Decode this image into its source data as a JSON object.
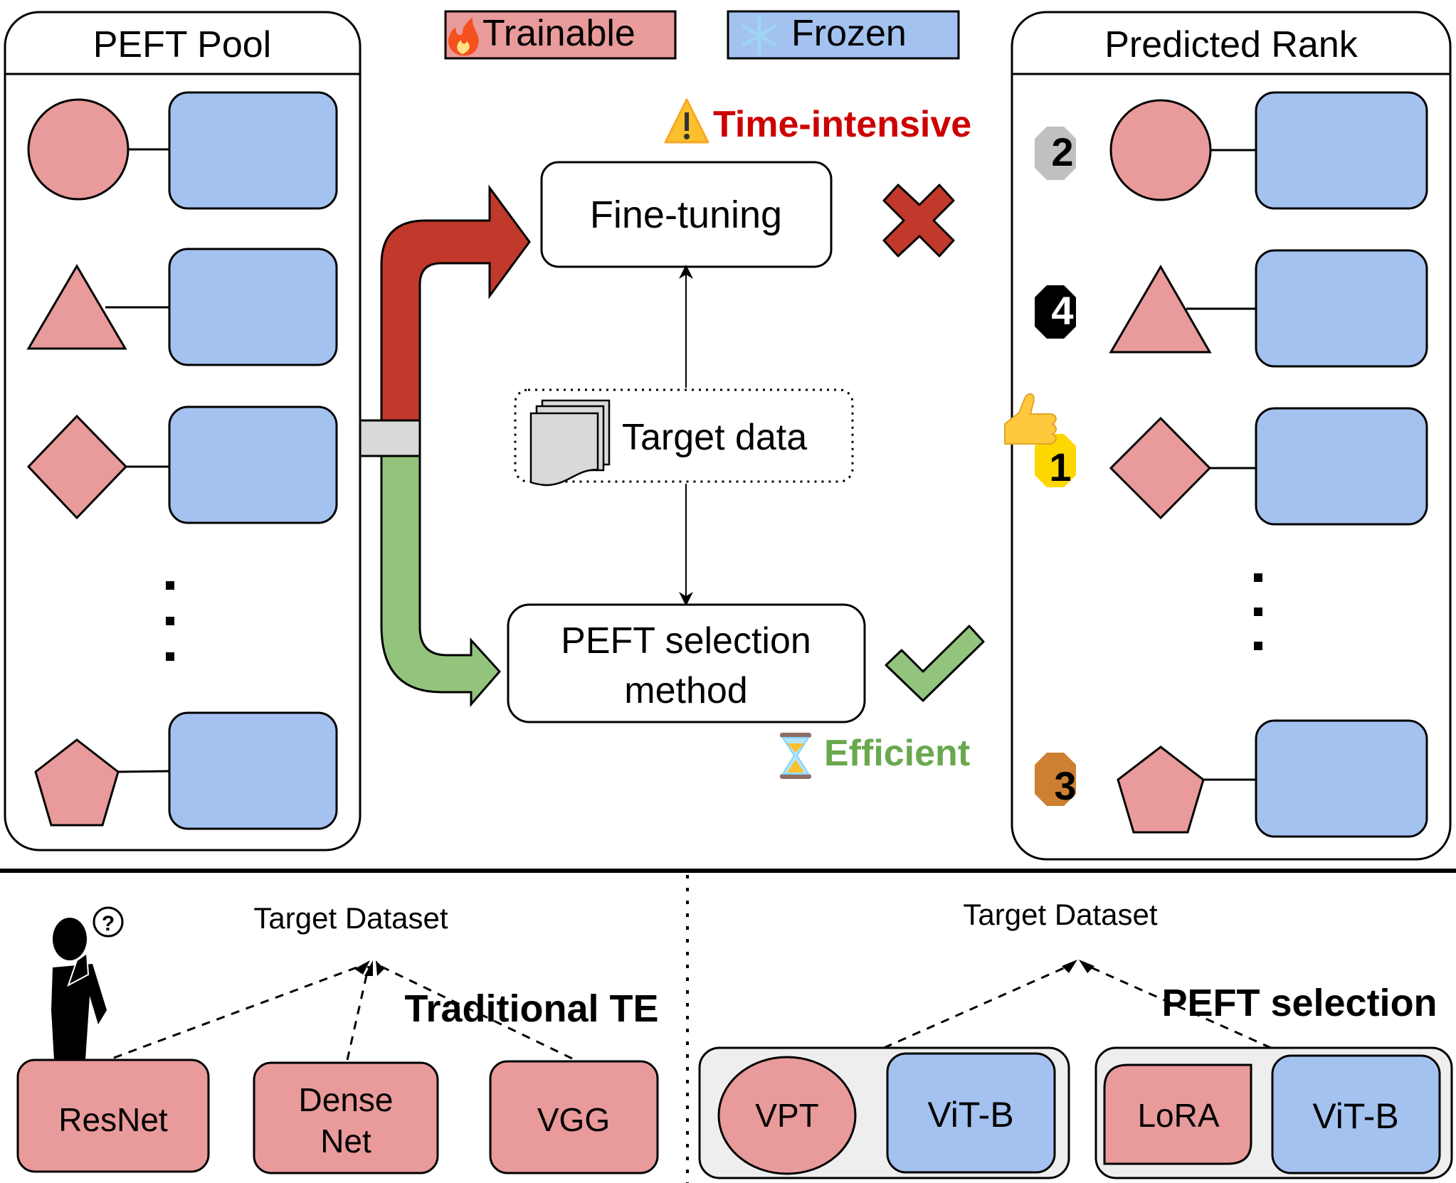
{
  "legend": {
    "trainable": {
      "icon": "fire-icon",
      "label": "Trainable",
      "color": "#E99A9A"
    },
    "frozen": {
      "icon": "snowflake-icon",
      "label": "Frozen",
      "color": "#A4C2F0"
    }
  },
  "pool_panel": {
    "title": "PEFT Pool",
    "items": [
      {
        "shape": "circle"
      },
      {
        "shape": "triangle"
      },
      {
        "shape": "diamond"
      },
      {
        "shape": "ellipsis"
      },
      {
        "shape": "pentagon"
      }
    ]
  },
  "rank_panel": {
    "title": "Predicted Rank",
    "items": [
      {
        "shape": "circle",
        "rank": "2",
        "badge_color": "#C0C0C0",
        "text_color": "#000000"
      },
      {
        "shape": "triangle",
        "rank": "4",
        "badge_color": "#000000",
        "text_color": "#FFFFFF"
      },
      {
        "shape": "diamond",
        "rank": "1",
        "badge_color": "#FFD700",
        "text_color": "#000000",
        "extra_icon": "thumbs-up-icon"
      },
      {
        "shape": "ellipsis"
      },
      {
        "shape": "pentagon",
        "rank": "3",
        "badge_color": "#CD7F32",
        "text_color": "#000000"
      }
    ]
  },
  "flow": {
    "fine_tuning": "Fine-tuning",
    "target_data": "Target data",
    "peft_selection_line1": "PEFT selection",
    "peft_selection_line2": "method",
    "time_intensive": "Time-intensive",
    "efficient": "Efficient",
    "time_intensive_icon": "warning-icon",
    "efficient_icon": "hourglass-icon",
    "bad_mark": "cross-icon",
    "good_mark": "check-icon",
    "colors": {
      "red_arrow": "#C0392B",
      "green_arrow": "#93C47D",
      "time_intensive": "#CC0000",
      "efficient": "#6AA84F"
    }
  },
  "bottom_left": {
    "title": "Traditional TE",
    "target": "Target Dataset",
    "models": [
      "ResNet",
      "Dense\nNet",
      "VGG"
    ],
    "dense_line1": "Dense",
    "dense_line2": "Net",
    "person_icon": "thinking-person-icon"
  },
  "bottom_right": {
    "title": "PEFT selection",
    "target": "Target Dataset",
    "groups": [
      {
        "peft": "VPT",
        "backbone": "ViT-B"
      },
      {
        "peft": "LoRA",
        "backbone": "ViT-B"
      }
    ]
  },
  "colors": {
    "trainable": "#E99A9A",
    "frozen": "#A4C2F0",
    "neutral_gray": "#D9D9D9",
    "group_bg": "#EEEEEE"
  }
}
